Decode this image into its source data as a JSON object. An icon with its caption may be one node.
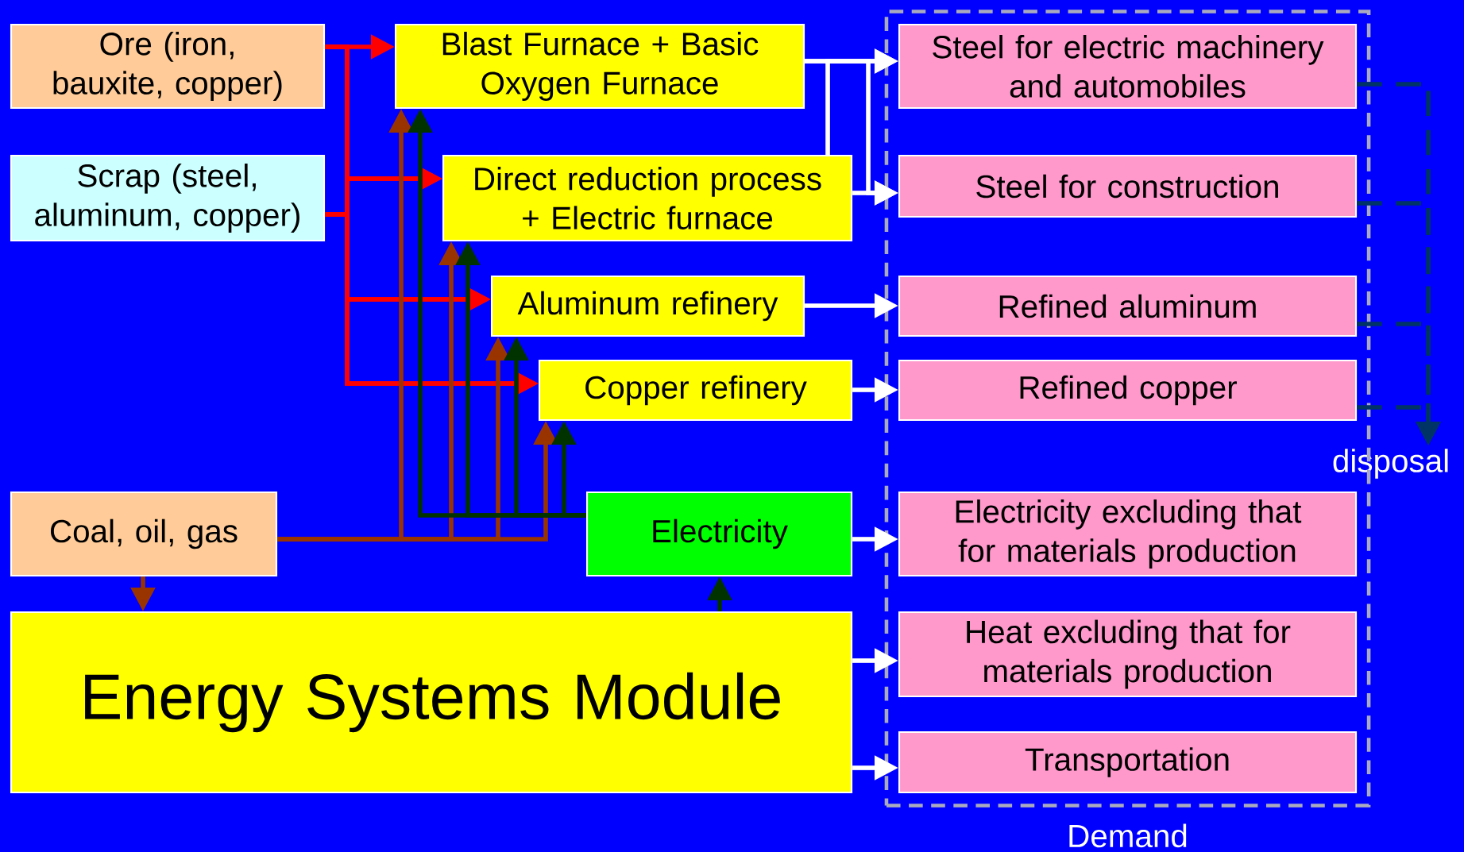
{
  "diagram": {
    "nodes": [
      {
        "text": [
          "Ore (iron, bauxite, copper)"
        ]
      },
      {
        "text": [
          "Scrap (steel, aluminum, copper)"
        ]
      },
      {
        "text": [
          "Coal, oil, gas"
        ]
      },
      {
        "text": [
          "Blast Furnace + Basic Oxygen Furnace"
        ]
      },
      {
        "text": [
          "Direct reduction process + Electric furnace"
        ]
      },
      {
        "text": [
          "Aluminum refinery"
        ]
      },
      {
        "text": [
          "Copper refinery"
        ]
      },
      {
        "text": [
          "Electricity"
        ]
      },
      {
        "text": [
          "Energy Systems Module"
        ]
      },
      {
        "text": [
          "Demand"
        ]
      },
      {
        "text": [
          "Steel for electric machinery and automobiles"
        ],
        "in": 9
      },
      {
        "text": [
          "Steel for construction"
        ],
        "in": 9
      },
      {
        "text": [
          "Refined aluminum"
        ],
        "in": 9
      },
      {
        "text": [
          "Refined copper"
        ],
        "in": 9
      },
      {
        "text": [
          "Electricity excluding that for materials production"
        ],
        "in": 9
      },
      {
        "text": [
          "Heat excluding that for materials production"
        ],
        "in": 9
      },
      {
        "text": [
          "Transportation"
        ],
        "in": 9
      },
      {
        "text": [
          "disposal"
        ]
      }
    ],
    "edges": [
      {
        "from": 0,
        "to": 3,
        "arrow": "to",
        "color": "#ff0000"
      },
      {
        "from": 0,
        "to": 4,
        "arrow": "to",
        "color": "#ff0000"
      },
      {
        "from": 0,
        "to": 5,
        "arrow": "to",
        "color": "#ff0000"
      },
      {
        "from": 0,
        "to": 6,
        "arrow": "to",
        "color": "#ff0000"
      },
      {
        "from": 1,
        "to": 4,
        "arrow": "to",
        "color": "#ff0000"
      },
      {
        "from": 1,
        "to": 5,
        "arrow": "to",
        "color": "#ff0000"
      },
      {
        "from": 1,
        "to": 6,
        "arrow": "to",
        "color": "#ff0000"
      },
      {
        "from": 2,
        "to": 3,
        "arrow": "to",
        "color": "#993300"
      },
      {
        "from": 2,
        "to": 4,
        "arrow": "to",
        "color": "#993300"
      },
      {
        "from": 2,
        "to": 5,
        "arrow": "to",
        "color": "#993300"
      },
      {
        "from": 2,
        "to": 6,
        "arrow": "to",
        "color": "#993300"
      },
      {
        "from": 2,
        "to": 8,
        "arrow": "to",
        "color": "#993300"
      },
      {
        "from": 7,
        "to": 3,
        "arrow": "to",
        "color": "#003300"
      },
      {
        "from": 7,
        "to": 4,
        "arrow": "to",
        "color": "#003300"
      },
      {
        "from": 7,
        "to": 5,
        "arrow": "to",
        "color": "#003300"
      },
      {
        "from": 7,
        "to": 6,
        "arrow": "to",
        "color": "#003300"
      },
      {
        "from": 8,
        "to": 7,
        "arrow": "to",
        "color": "#003300"
      },
      {
        "from": 3,
        "to": 10,
        "arrow": "to"
      },
      {
        "from": 4,
        "to": 10,
        "arrow": "to"
      },
      {
        "from": 3,
        "to": 11,
        "arrow": "to"
      },
      {
        "from": 4,
        "to": 11,
        "arrow": "to"
      },
      {
        "from": 5,
        "to": 12,
        "arrow": "to"
      },
      {
        "from": 6,
        "to": 13,
        "arrow": "to"
      },
      {
        "from": 7,
        "to": 14,
        "arrow": "to"
      },
      {
        "from": 8,
        "to": 15,
        "arrow": "to"
      },
      {
        "from": 8,
        "to": 16,
        "arrow": "to"
      },
      {
        "from": 10,
        "to": 17,
        "arrow": "to",
        "style": "dashed",
        "color": "#003366"
      },
      {
        "from": 11,
        "to": 17,
        "arrow": "to",
        "style": "dashed",
        "color": "#003366"
      },
      {
        "from": 12,
        "to": 17,
        "arrow": "to",
        "style": "dashed",
        "color": "#003366"
      },
      {
        "from": 13,
        "to": 17,
        "arrow": "to",
        "style": "dashed",
        "color": "#003366"
      }
    ]
  }
}
